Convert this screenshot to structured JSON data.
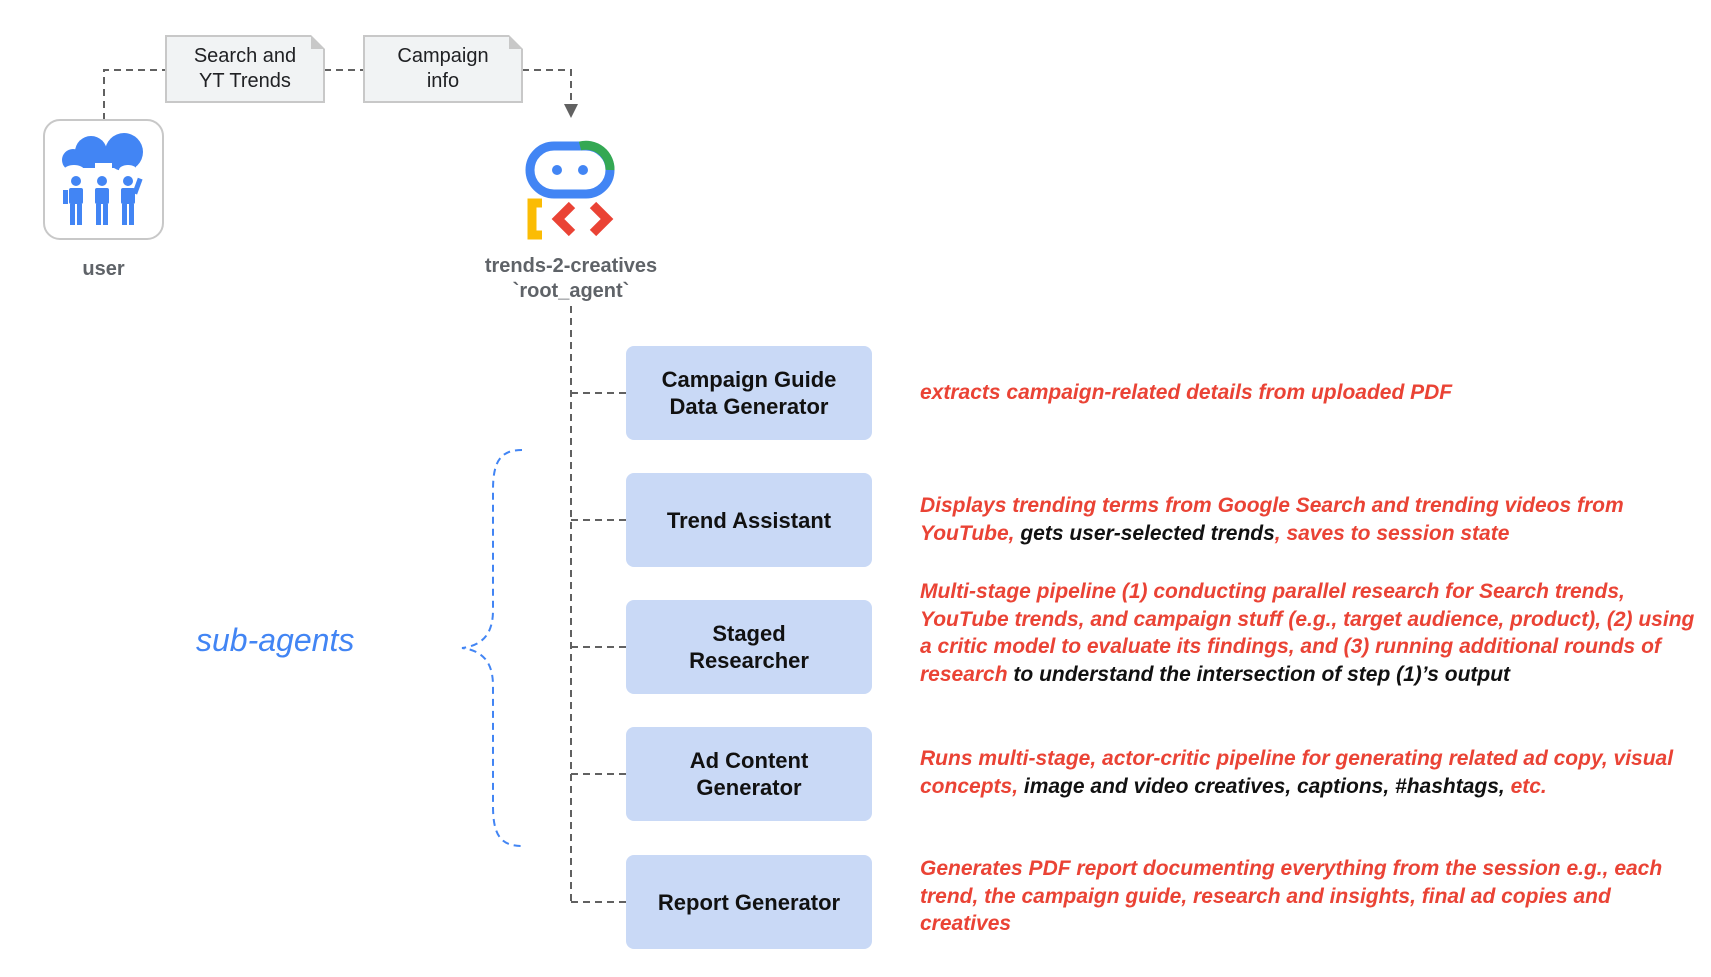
{
  "user": {
    "label": "user"
  },
  "notes": [
    {
      "text": "Search and\nYT Trends"
    },
    {
      "text": "Campaign\ninfo"
    }
  ],
  "root": {
    "name": "trends-2-creatives",
    "sub": "`root_agent`"
  },
  "sub_agents_label": "sub-agents",
  "colors": {
    "red_text": "#ea4335",
    "black_text": "#111111",
    "box_fill": "#c9d9f6",
    "brace": "#4285f4"
  },
  "agents": [
    {
      "name": "Campaign Guide\nData Generator",
      "desc": [
        {
          "t": "extracts campaign-related details from uploaded PDF",
          "c": "r"
        }
      ]
    },
    {
      "name": "Trend Assistant",
      "desc": [
        {
          "t": "Displays trending terms from Google Search and trending videos from YouTube, ",
          "c": "r"
        },
        {
          "t": "gets user-selected trends",
          "c": "k"
        },
        {
          "t": ", saves to session state",
          "c": "r"
        }
      ]
    },
    {
      "name": "Staged\nResearcher",
      "desc": [
        {
          "t": "Multi-stage pipeline (1) conducting parallel research for Search trends, YouTube trends, and campaign stuff (e.g., target audience, product), (2) using a critic model to evaluate its findings, and (3) running additional rounds of research",
          "c": "r"
        },
        {
          "t": " to understand the  intersection of step (1)’s output",
          "c": "k"
        }
      ]
    },
    {
      "name": "Ad Content\nGenerator",
      "desc": [
        {
          "t": "Runs multi-stage, actor-critic pipeline for generating related ad copy, visual concepts, ",
          "c": "r"
        },
        {
          "t": "image and video creatives, captions, #hashtags, ",
          "c": "k"
        },
        {
          "t": "etc.",
          "c": "r"
        }
      ]
    },
    {
      "name": "Report Generator",
      "desc": [
        {
          "t": "Generates PDF report documenting everything from the session e.g., each trend, the campaign guide, research and insights, final ad copies and creatives",
          "c": "r"
        }
      ]
    }
  ]
}
